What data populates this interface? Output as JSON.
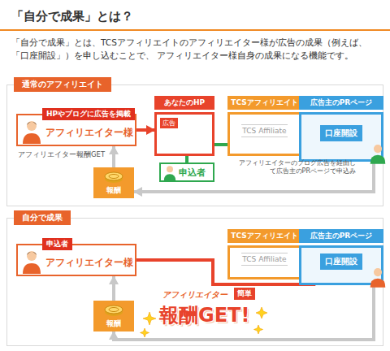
{
  "diagram": {
    "title": "「自分で成果」とは？",
    "nodes": [
      {
        "text": [
          "通常のアフィリエイト"
        ]
      },
      {
        "text": [
          "HPやブログに広告を掲載",
          "アフィリエイター様"
        ],
        "in": 0
      },
      {
        "text": [
          "あなたのHP",
          "広告"
        ],
        "in": 0
      },
      {
        "text": [
          "TCSアフィリエイト",
          "TCS Affiliate"
        ],
        "in": 0
      },
      {
        "text": [
          "広告主のPRページ",
          "口座開設"
        ],
        "in": 0
      },
      {
        "text": [
          "申込者"
        ],
        "in": 0
      },
      {
        "text": [
          "報酬"
        ],
        "in": 0
      },
      {
        "text": [
          "自分で成果"
        ]
      },
      {
        "text": [
          "申込者",
          "アフィリエイター様"
        ],
        "in": 7
      },
      {
        "text": [
          "TCSアフィリエイト",
          "TCS Affiliate"
        ],
        "in": 7
      },
      {
        "text": [
          "広告主のPRページ",
          "口座開設"
        ],
        "in": 7
      },
      {
        "text": [
          "報酬"
        ],
        "in": 7
      }
    ],
    "edges": [
      {
        "from": 1,
        "to": 2,
        "arrow": "to"
      },
      {
        "from": 5,
        "to": 2,
        "arrow": "none"
      },
      {
        "from": 2,
        "to": 3,
        "arrow": "none"
      },
      {
        "from": 3,
        "to": 4,
        "arrow": "to"
      },
      {
        "from": 4,
        "to": 6,
        "arrow": "to"
      },
      {
        "from": 6,
        "to": 1,
        "arrow": "to"
      },
      {
        "from": 8,
        "to": 10,
        "arrow": "to"
      },
      {
        "from": 10,
        "to": 11,
        "arrow": "to"
      },
      {
        "from": 11,
        "to": 8,
        "arrow": "to"
      }
    ],
    "labels": [
      "「自分で成果」とは、TCSアフィリエイトのアフィリエイター様が広告の成果（例えば、「口座開設」）を申し込むことで、 アフィリエイター様自身の成果になる機能です。",
      "アフィリエイター報酬GET",
      "アフィリエイターのブログ広告を経由して広告主のPRページで申込み",
      "アフィリエイター",
      "簡単",
      "報酬GET!"
    ]
  }
}
